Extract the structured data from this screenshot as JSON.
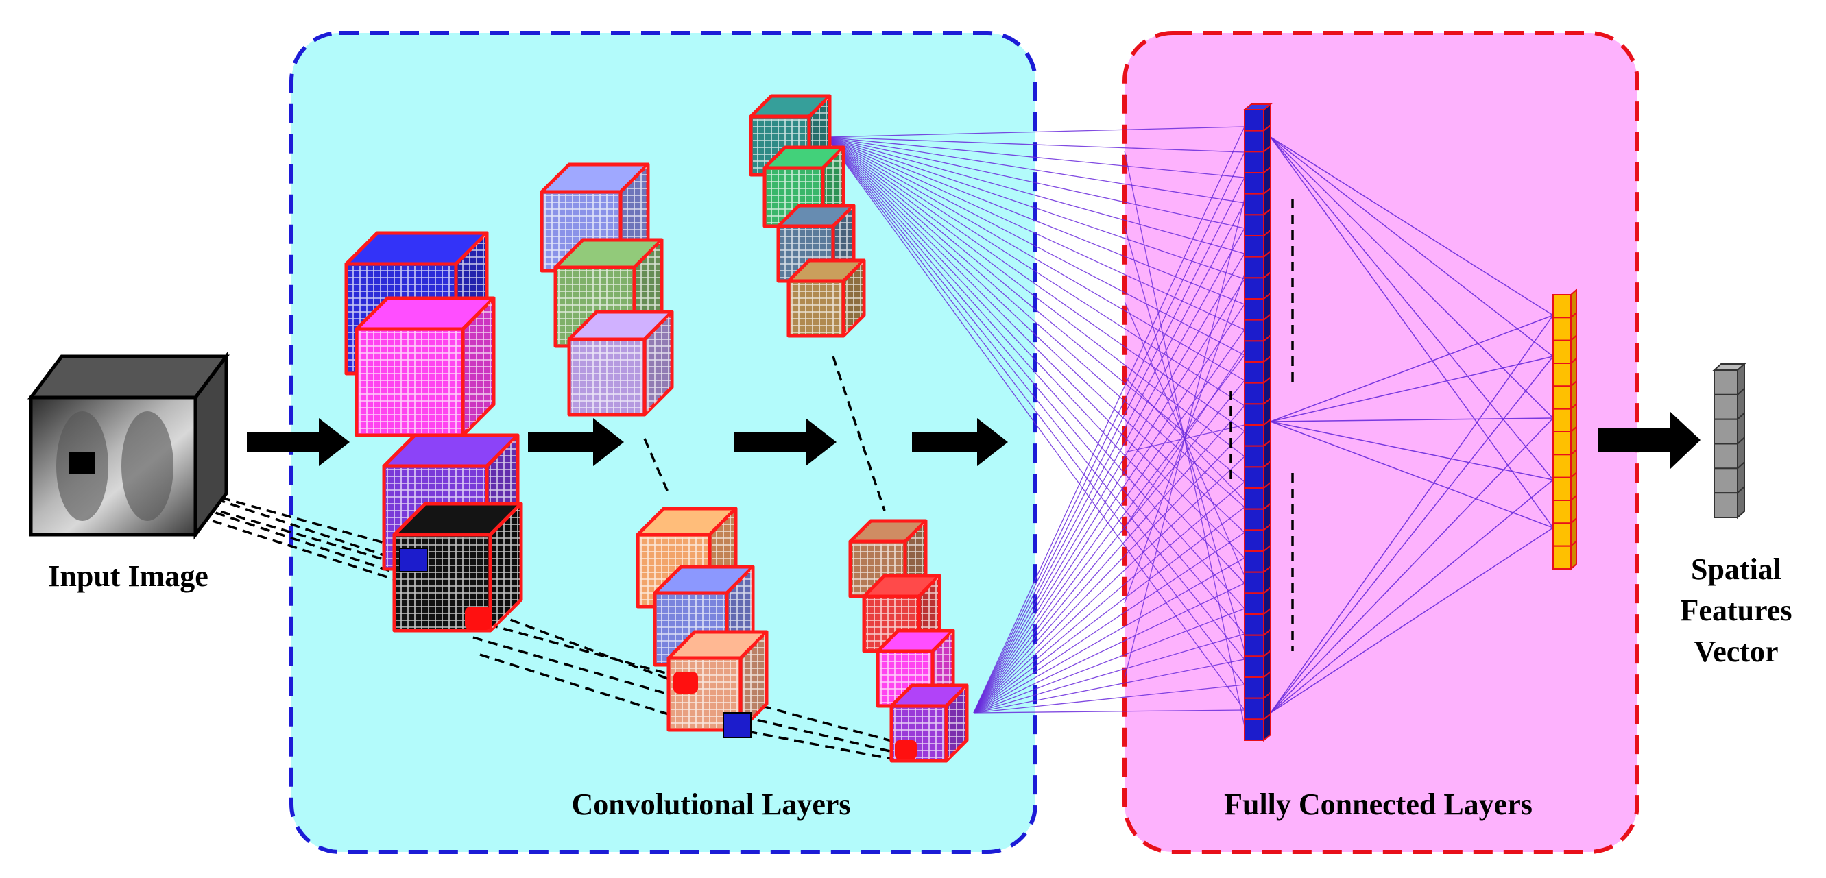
{
  "labels": {
    "input_image": "Input Image",
    "conv_layers": "Convolutional Layers",
    "fc_layers": "Fully Connected Layers",
    "output_line1": "Spatial",
    "output_line2": "Features",
    "output_line3": "Vector"
  },
  "colors": {
    "conv_panel_fill": "#b3fbfb",
    "conv_panel_border": "#1c1cd6",
    "fc_panel_fill": "#fdb2fd",
    "fc_panel_border": "#e8101a",
    "cube_border": "#ff1a1a",
    "connection_lines": "#6a2bdc",
    "fc_column_1": "#1c1ccc",
    "fc_column_2": "#ffc000",
    "output_vector": "#999999",
    "arrow": "#000000"
  },
  "icons": [
    "chest-xray-cube-icon",
    "kernel-cube-icon",
    "right-arrow-icon"
  ],
  "fc_column_1_cells": 30,
  "fc_column_2_cells": 12,
  "output_vector_cells": 6
}
